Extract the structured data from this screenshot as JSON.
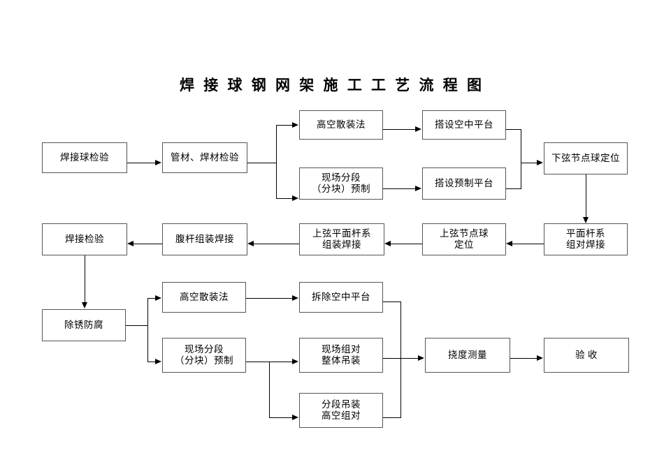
{
  "title": "焊 接 球 钢 网 架 施 工 工 艺 流 程 图",
  "nodes": {
    "weld_ball_inspect": "焊接球检验",
    "pipe_weld_material_inspect": "管材、焊材检验",
    "high_altitude_bulk_1": "高空散装法",
    "erect_air_platform": "搭设空中平台",
    "site_segment_prefab_1": "现场分段\n（分块）预制",
    "erect_prefab_platform": "搭设预制平台",
    "lower_chord_node_ball": "下弦节点球定位",
    "planar_bar_assembly_weld": "平面杆系\n组对焊接",
    "upper_chord_node_ball": "上弦节点球\n定位",
    "upper_chord_planar_bar": "上弦平面杆系\n组装焊接",
    "web_bar_assembly_weld": "腹杆组装焊接",
    "weld_inspection": "焊接检验",
    "derust_anticorrosion": "除锈防腐",
    "high_altitude_bulk_2": "高空散装法",
    "remove_air_platform": "拆除空中平台",
    "site_segment_prefab_2": "现场分段\n（分块）预制",
    "site_assembly_whole_hoist": "现场组对\n整体吊装",
    "segment_hoist_high_assembly": "分段吊装\n高空组对",
    "deflection_measurement": "挠度测量",
    "acceptance": "验  收"
  }
}
